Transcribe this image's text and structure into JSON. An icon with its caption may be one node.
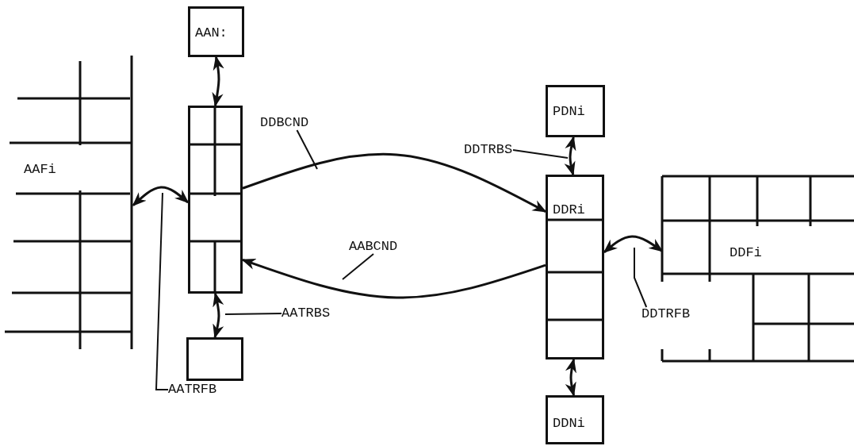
{
  "diagram": {
    "nodes": [
      {
        "text": [
          "AAN:"
        ]
      },
      {
        "text": [
          "AAFi"
        ]
      },
      {
        "text": [],
        "shape": "box"
      },
      {
        "text": [],
        "shape": "box"
      },
      {
        "text": [
          "PDNi"
        ]
      },
      {
        "text": [
          "DDRi"
        ]
      },
      {
        "text": [
          "DDFi"
        ]
      },
      {
        "text": [
          "DDNi"
        ]
      },
      {
        "text": [
          "AATRFB"
        ]
      },
      {
        "text": [
          "AATRBS"
        ]
      },
      {
        "text": [
          "DDBCND"
        ]
      },
      {
        "text": [
          "AABCND"
        ]
      },
      {
        "text": [
          "DDTRBS"
        ]
      },
      {
        "text": [
          "DDTRFB"
        ]
      }
    ],
    "edges": [
      {
        "from": 0,
        "to": 2,
        "arrow": "both"
      },
      {
        "from": 2,
        "to": 1,
        "arrow": "both"
      },
      {
        "from": 2,
        "to": 3,
        "arrow": "both"
      },
      {
        "from": 2,
        "to": 5,
        "arrow": "to"
      },
      {
        "from": 5,
        "to": 2,
        "arrow": "to"
      },
      {
        "from": 4,
        "to": 5,
        "arrow": "both"
      },
      {
        "from": 5,
        "to": 6,
        "arrow": "both"
      },
      {
        "from": 5,
        "to": 7,
        "arrow": "both"
      },
      {
        "from": 8,
        "to": null,
        "arrow": "none"
      },
      {
        "from": 9,
        "to": null,
        "arrow": "none"
      },
      {
        "from": 10,
        "to": null,
        "arrow": "none"
      },
      {
        "from": 11,
        "to": null,
        "arrow": "none"
      },
      {
        "from": 12,
        "to": null,
        "arrow": "none"
      },
      {
        "from": 13,
        "to": null,
        "arrow": "none"
      }
    ]
  }
}
